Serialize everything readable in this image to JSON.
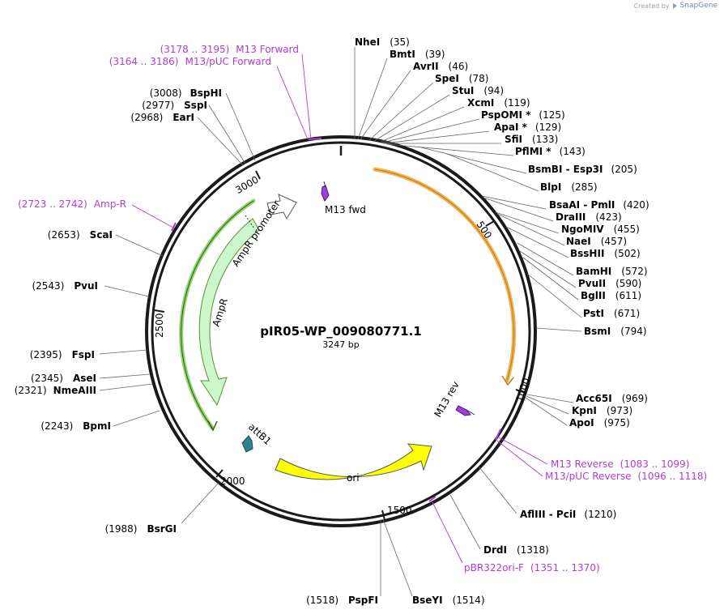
{
  "credit": {
    "created_by": "Created by",
    "brand": "SnapGene"
  },
  "plasmid": {
    "name": "pIR05-WP_009080771.1",
    "length_label": "3247 bp"
  },
  "ticks": [
    "500",
    "1000",
    "1500",
    "2000",
    "2500",
    "3000"
  ],
  "sites": [
    {
      "name": "NheI",
      "pos": "(35)"
    },
    {
      "name": "BmtI",
      "pos": "(39)"
    },
    {
      "name": "AvrII",
      "pos": "(46)"
    },
    {
      "name": "SpeI",
      "pos": "(78)"
    },
    {
      "name": "StuI",
      "pos": "(94)"
    },
    {
      "name": "XcmI",
      "pos": "(119)"
    },
    {
      "name": "PspOMI *",
      "pos": "(125)"
    },
    {
      "name": "ApaI *",
      "pos": "(129)"
    },
    {
      "name": "SfiI",
      "pos": "(133)"
    },
    {
      "name": "PflMI *",
      "pos": "(143)"
    },
    {
      "name": "BsmBI - Esp3I",
      "pos": "(205)"
    },
    {
      "name": "BlpI",
      "pos": "(285)"
    },
    {
      "name": "BsaAI - PmlI",
      "pos": "(420)"
    },
    {
      "name": "DraIII",
      "pos": "(423)"
    },
    {
      "name": "NgoMIV",
      "pos": "(455)"
    },
    {
      "name": "NaeI",
      "pos": "(457)"
    },
    {
      "name": "BssHII",
      "pos": "(502)"
    },
    {
      "name": "BamHI",
      "pos": "(572)"
    },
    {
      "name": "PvuII",
      "pos": "(590)"
    },
    {
      "name": "BglII",
      "pos": "(611)"
    },
    {
      "name": "PstI",
      "pos": "(671)"
    },
    {
      "name": "BsmI",
      "pos": "(794)"
    },
    {
      "name": "Acc65I",
      "pos": "(969)"
    },
    {
      "name": "KpnI",
      "pos": "(973)"
    },
    {
      "name": "ApoI",
      "pos": "(975)"
    },
    {
      "name": "AflIII - PciI",
      "pos": "(1210)"
    },
    {
      "name": "DrdI",
      "pos": "(1318)"
    },
    {
      "name": "BseYI",
      "pos": "(1514)"
    },
    {
      "name": "PspFI",
      "pos": "(1518)"
    },
    {
      "name": "BsrGI",
      "pos": "(1988)"
    },
    {
      "name": "BpmI",
      "pos": "(2243)"
    },
    {
      "name": "NmeAIII",
      "pos": "(2321)"
    },
    {
      "name": "AseI",
      "pos": "(2345)"
    },
    {
      "name": "FspI",
      "pos": "(2395)"
    },
    {
      "name": "PvuI",
      "pos": "(2543)"
    },
    {
      "name": "ScaI",
      "pos": "(2653)"
    },
    {
      "name": "EarI",
      "pos": "(2968)"
    },
    {
      "name": "SspI",
      "pos": "(2977)"
    },
    {
      "name": "BspHI",
      "pos": "(3008)"
    }
  ],
  "primers": [
    {
      "name": "M13 Forward",
      "range": "(3178 .. 3195)"
    },
    {
      "name": "M13/pUC Forward",
      "range": "(3164 .. 3186)"
    },
    {
      "name": "Amp-R",
      "range": "(2723 .. 2742)"
    },
    {
      "name": "M13 Reverse",
      "range": "(1083 .. 1099)"
    },
    {
      "name": "M13/pUC Reverse",
      "range": "(1096 .. 1118)"
    },
    {
      "name": "pBR322ori-F",
      "range": "(1351 .. 1370)"
    }
  ],
  "features": {
    "m13_fwd": "M13 fwd",
    "m13_rev": "M13 rev",
    "ampr_promoter": "AmpR promoter",
    "ampr": "AmpR",
    "attb1": "attB1",
    "ori": "ori"
  },
  "colors": {
    "backbone": "#1a1a1a",
    "orange_feature": "#f2b24f",
    "ampr_fill": "#ccf7cc",
    "ampr_edge": "#5a8f2a",
    "ori_fill": "#ffff00",
    "primer": "#b23cd6",
    "m13_arrow": "#9b3fe0",
    "attb1": "#2f7f8c"
  }
}
